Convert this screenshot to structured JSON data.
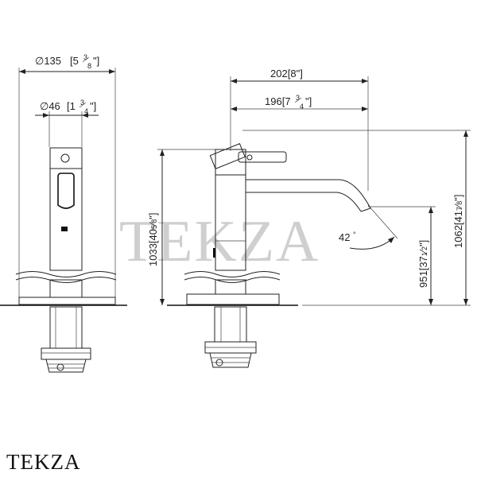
{
  "watermark": "TEKZA",
  "brand_label": "TEKZA",
  "front_view": {
    "outer_diameter": {
      "symbol": "∅",
      "value": "135",
      "inch_whole": "5",
      "inch_num": "3",
      "inch_den": "8",
      "inch_mark": "\""
    },
    "body_diameter": {
      "symbol": "∅",
      "value": "46",
      "inch_whole": "1",
      "inch_num": "3",
      "inch_den": "4",
      "inch_mark": "\""
    }
  },
  "side_view": {
    "reach_total": {
      "value": "202",
      "inch_whole": "8",
      "inch_mark": "\""
    },
    "reach_spout": {
      "value": "196",
      "inch_whole": "7",
      "inch_num": "3",
      "inch_den": "4",
      "inch_mark": "\""
    },
    "height_total": {
      "value": "1033",
      "inch_whole": "40",
      "inch_num": "5",
      "inch_den": "8",
      "inch_mark": "\""
    },
    "height_outlet": {
      "value": "951",
      "inch_whole": "37",
      "inch_num": "1",
      "inch_den": "2",
      "inch_mark": "\""
    },
    "height_lever": {
      "value": "1062",
      "inch_whole": "41",
      "inch_num": "7",
      "inch_den": "8",
      "inch_mark": "\""
    },
    "spout_angle": {
      "value": "42",
      "unit": "°"
    }
  }
}
